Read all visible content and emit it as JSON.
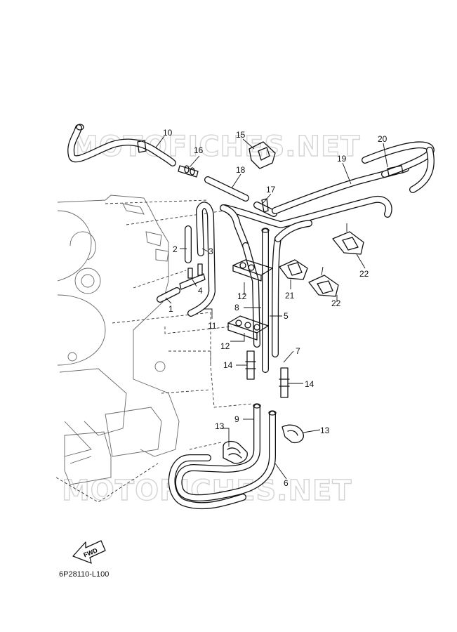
{
  "watermark": "MOTOFICHES.NET",
  "part_code": "6P28110-L100",
  "fwd_label": "FWD",
  "callouts": [
    "1",
    "2",
    "3",
    "4",
    "5",
    "6",
    "7",
    "8",
    "9",
    "10",
    "11",
    "12",
    "12",
    "13",
    "13",
    "14",
    "14",
    "15",
    "16",
    "17",
    "18",
    "19",
    "20",
    "21",
    "22",
    "22"
  ]
}
